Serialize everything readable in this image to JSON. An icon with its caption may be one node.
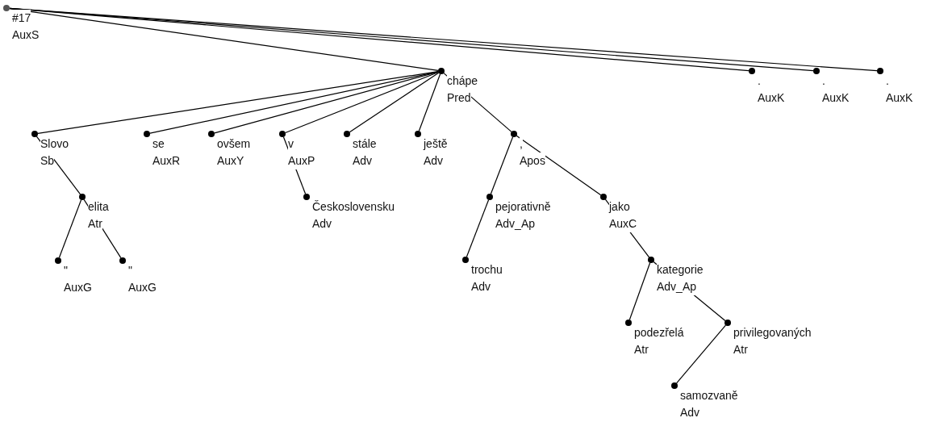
{
  "diagram": {
    "nodes": [
      {
        "text": [],
        "shape": "circle",
        "beside": [
          "#17",
          "AuxS"
        ]
      },
      {
        "text": [],
        "shape": "circle",
        "beside": [
          "chápe",
          "Pred"
        ]
      },
      {
        "text": [],
        "shape": "circle",
        "beside": [
          ".",
          "AuxK"
        ]
      },
      {
        "text": [],
        "shape": "circle",
        "beside": [
          ".",
          "AuxK"
        ]
      },
      {
        "text": [],
        "shape": "circle",
        "beside": [
          ".",
          "AuxK"
        ]
      },
      {
        "text": [],
        "shape": "circle",
        "beside": [
          "Slovo",
          "Sb"
        ]
      },
      {
        "text": [],
        "shape": "circle",
        "beside": [
          "se",
          "AuxR"
        ]
      },
      {
        "text": [],
        "shape": "circle",
        "beside": [
          "ovšem",
          "AuxY"
        ]
      },
      {
        "text": [],
        "shape": "circle",
        "beside": [
          "v",
          "AuxP"
        ]
      },
      {
        "text": [],
        "shape": "circle",
        "beside": [
          "stále",
          "Adv"
        ]
      },
      {
        "text": [],
        "shape": "circle",
        "beside": [
          "ještě",
          "Adv"
        ]
      },
      {
        "text": [],
        "shape": "circle",
        "beside": [
          ",",
          "Apos"
        ]
      },
      {
        "text": [],
        "shape": "circle",
        "beside": [
          "elita",
          "Atr"
        ]
      },
      {
        "text": [],
        "shape": "circle",
        "beside": [
          "Československu",
          "Adv"
        ]
      },
      {
        "text": [],
        "shape": "circle",
        "beside": [
          "pejorativně",
          "Adv_Ap"
        ]
      },
      {
        "text": [],
        "shape": "circle",
        "beside": [
          "jako",
          "AuxC"
        ]
      },
      {
        "text": [],
        "shape": "circle",
        "beside": [
          "\"",
          "AuxG"
        ]
      },
      {
        "text": [],
        "shape": "circle",
        "beside": [
          "\"",
          "AuxG"
        ]
      },
      {
        "text": [],
        "shape": "circle",
        "beside": [
          "trochu",
          "Adv"
        ]
      },
      {
        "text": [],
        "shape": "circle",
        "beside": [
          "kategorie",
          "Adv_Ap"
        ]
      },
      {
        "text": [],
        "shape": "circle",
        "beside": [
          "podezřelá",
          "Atr"
        ]
      },
      {
        "text": [],
        "shape": "circle",
        "beside": [
          "privilegovaných",
          "Atr"
        ]
      },
      {
        "text": [],
        "shape": "circle",
        "beside": [
          "samozvaně",
          "Adv"
        ]
      }
    ],
    "edges": [
      {
        "from": 0,
        "to": 1,
        "arrow": "none"
      },
      {
        "from": 0,
        "to": 2,
        "arrow": "none"
      },
      {
        "from": 0,
        "to": 3,
        "arrow": "none"
      },
      {
        "from": 0,
        "to": 4,
        "arrow": "none"
      },
      {
        "from": 1,
        "to": 5,
        "arrow": "none"
      },
      {
        "from": 1,
        "to": 6,
        "arrow": "none"
      },
      {
        "from": 1,
        "to": 7,
        "arrow": "none"
      },
      {
        "from": 1,
        "to": 8,
        "arrow": "none"
      },
      {
        "from": 1,
        "to": 9,
        "arrow": "none"
      },
      {
        "from": 1,
        "to": 10,
        "arrow": "none"
      },
      {
        "from": 1,
        "to": 11,
        "arrow": "none"
      },
      {
        "from": 5,
        "to": 12,
        "arrow": "none"
      },
      {
        "from": 12,
        "to": 16,
        "arrow": "none"
      },
      {
        "from": 12,
        "to": 17,
        "arrow": "none"
      },
      {
        "from": 8,
        "to": 13,
        "arrow": "none"
      },
      {
        "from": 11,
        "to": 14,
        "arrow": "none"
      },
      {
        "from": 14,
        "to": 18,
        "arrow": "none"
      },
      {
        "from": 11,
        "to": 15,
        "arrow": "none"
      },
      {
        "from": 15,
        "to": 19,
        "arrow": "none"
      },
      {
        "from": 19,
        "to": 20,
        "arrow": "none"
      },
      {
        "from": 19,
        "to": 21,
        "arrow": "none"
      },
      {
        "from": 21,
        "to": 22,
        "arrow": "none"
      }
    ]
  }
}
